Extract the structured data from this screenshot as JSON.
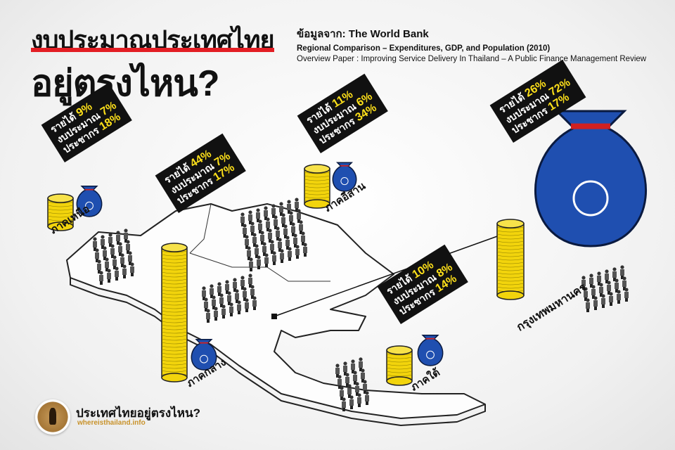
{
  "title": {
    "line1": "งบประมาณประเทศไทย",
    "line2": "อยู่ตรงไหน?"
  },
  "source": {
    "heading": "ข้อมูลจาก: The World Bank",
    "line1": "Regional Comparison – Expenditures, GDP, and Population (2010)",
    "line2": "Overview Paper : Improving Service Delivery In Thailand – A Public Finance Management Review"
  },
  "labels": {
    "income": "รายได้",
    "budget": "งบประมาณ",
    "population": "ประชากร"
  },
  "regions": {
    "north": {
      "name": "ภาคเหนือ",
      "income": "9%",
      "budget": "7%",
      "population": "18%"
    },
    "central": {
      "name": "ภาคกลาง",
      "income": "44%",
      "budget": "7%",
      "population": "17%"
    },
    "northeast": {
      "name": "ภาคอีสาน",
      "income": "11%",
      "budget": "6%",
      "population": "34%"
    },
    "south": {
      "name": "ภาคใต้",
      "income": "10%",
      "budget": "8%",
      "population": "14%"
    },
    "bangkok": {
      "name": "กรุงเทพมหานคร",
      "income": "26%",
      "budget": "72%",
      "population": "17%"
    }
  },
  "footer": {
    "title": "ประเทศไทยอยู่ตรงไหน?",
    "url": "whereisthailand.info"
  },
  "colors": {
    "accent": "#e31e24",
    "highlight": "#ffe11a",
    "coin": "#f2d40c",
    "bag": "#1f4fb0"
  }
}
